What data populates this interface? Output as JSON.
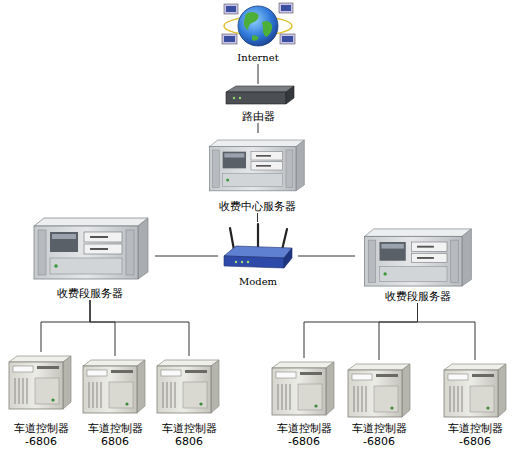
{
  "diagram": {
    "nodes": [
      {
        "text": [
          "Internet"
        ]
      },
      {
        "text": [
          "路由器"
        ]
      },
      {
        "text": [
          "收费中心服务器"
        ]
      },
      {
        "text": [
          "Modem"
        ]
      },
      {
        "text": [
          "收费段服务器"
        ]
      },
      {
        "text": [
          "收费段服务器"
        ]
      },
      {
        "text": [
          "车道控制器 -6806"
        ]
      },
      {
        "text": [
          "车道控制器 6806"
        ]
      },
      {
        "text": [
          "车道控制器 6806"
        ]
      },
      {
        "text": [
          "车道控制器 -6806"
        ]
      },
      {
        "text": [
          "车道控制器 -6806"
        ]
      },
      {
        "text": [
          "车道控制器 -6806"
        ]
      }
    ],
    "edges": [
      {
        "from": 0,
        "to": 1,
        "arrow": "none"
      },
      {
        "from": 1,
        "to": 2,
        "arrow": "none"
      },
      {
        "from": 2,
        "to": 3,
        "arrow": "none"
      },
      {
        "from": 3,
        "to": 4,
        "arrow": "none"
      },
      {
        "from": 3,
        "to": 5,
        "arrow": "none"
      },
      {
        "from": 4,
        "to": 6,
        "arrow": "none"
      },
      {
        "from": 4,
        "to": 7,
        "arrow": "none"
      },
      {
        "from": 4,
        "to": 8,
        "arrow": "none"
      },
      {
        "from": 5,
        "to": 9,
        "arrow": "none"
      },
      {
        "from": 5,
        "to": 10,
        "arrow": "none"
      },
      {
        "from": 5,
        "to": 11,
        "arrow": "none"
      }
    ]
  }
}
